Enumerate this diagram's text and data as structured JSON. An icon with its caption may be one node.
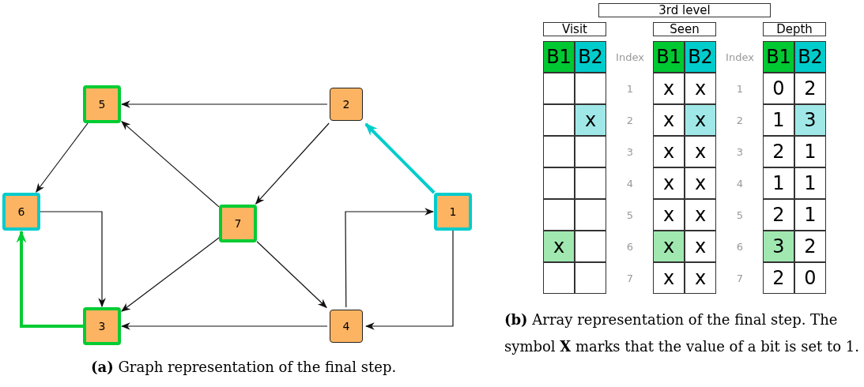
{
  "diagram": {
    "nodes": [
      {
        "text": [
          "5"
        ]
      },
      {
        "text": [
          "2"
        ]
      },
      {
        "text": [
          "6"
        ]
      },
      {
        "text": [
          "7"
        ]
      },
      {
        "text": [
          "1"
        ]
      },
      {
        "text": [
          "3"
        ]
      },
      {
        "text": [
          "4"
        ]
      }
    ],
    "edges": [
      {
        "from": 1,
        "to": 0,
        "arrow": "to"
      },
      {
        "from": 1,
        "to": 3,
        "arrow": "to"
      },
      {
        "from": 3,
        "to": 0,
        "arrow": "to"
      },
      {
        "from": 0,
        "to": 2,
        "arrow": "to"
      },
      {
        "from": 2,
        "to": 5,
        "arrow": "to"
      },
      {
        "from": 3,
        "to": 5,
        "arrow": "to"
      },
      {
        "from": 3,
        "to": 6,
        "arrow": "to"
      },
      {
        "from": 6,
        "to": 4,
        "arrow": "to"
      },
      {
        "from": 4,
        "to": 6,
        "arrow": "to"
      },
      {
        "from": 6,
        "to": 5,
        "arrow": "to"
      },
      {
        "from": 4,
        "to": 1,
        "arrow": "to",
        "style": "thick",
        "color": "#00cccc"
      },
      {
        "from": 5,
        "to": 2,
        "arrow": "to",
        "style": "thick",
        "color": "#00cc33"
      }
    ],
    "labels": [
      "3rd level",
      "Visit",
      "Seen",
      "Depth",
      "B1",
      "B2",
      "Index",
      "B1",
      "B2",
      "Index",
      "B1",
      "B2",
      "1",
      "x",
      "x",
      "1",
      "0",
      "2",
      "x",
      "2",
      "x",
      "x",
      "2",
      "1",
      "3",
      "3",
      "x",
      "x",
      "3",
      "2",
      "1",
      "4",
      "x",
      "x",
      "4",
      "1",
      "1",
      "5",
      "x",
      "x",
      "5",
      "2",
      "1",
      "x",
      "6",
      "x",
      "x",
      "6",
      "3",
      "2",
      "7",
      "x",
      "x",
      "7",
      "2",
      "0",
      "**(a)** Graph representation of the final step.",
      "**(b)** Array representation of the final step. The symbol **X** marks that the value of a bit is set to 1."
    ]
  }
}
